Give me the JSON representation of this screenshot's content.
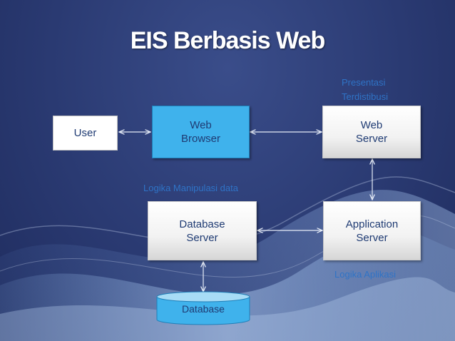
{
  "slide": {
    "title": "EIS Berbasis Web"
  },
  "nodes": {
    "user": "User",
    "web_browser": "Web\nBrowser",
    "web_server": "Web\nServer",
    "database_server": "Database\nServer",
    "application_server": "Application\nServer",
    "database": "Database"
  },
  "labels": {
    "presentation": "Presentasi\nTerdistibusi",
    "data_logic": "Logika Manipulasi data",
    "app_logic": "Logika Aplikasi"
  },
  "colors": {
    "background": "#2a3a72",
    "browser_fill": "#3fb2ec",
    "label_text": "#2f73c6",
    "node_text": "#1f3b73"
  }
}
